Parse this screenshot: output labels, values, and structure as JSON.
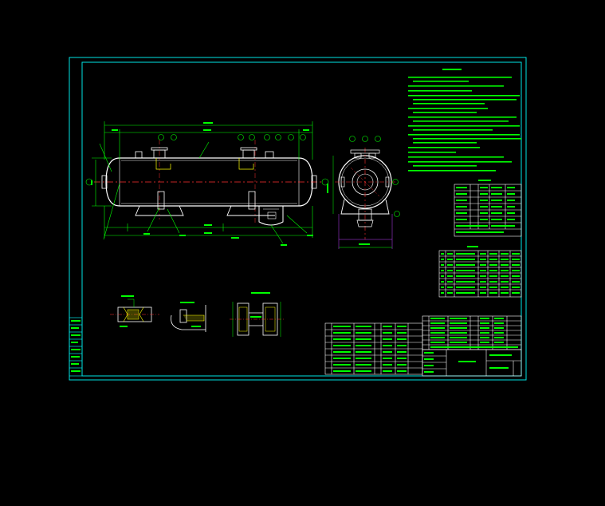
{
  "drawing": {
    "title": "",
    "stroke_colors": {
      "frame": "#00e5e5",
      "outline": "#ffffff",
      "annotation": "#00ff00",
      "centerline": "#ff3030",
      "hatch": "#ffff00",
      "blue_detail": "#3060ff",
      "purple_detail": "#c040ff"
    },
    "balloon_labels": [
      "①",
      "②",
      "③",
      "④",
      "⑤",
      "⑥",
      "⑦",
      "⑧",
      "⑨",
      "⑩"
    ],
    "table_rows": 8,
    "notes_rows": 14
  }
}
